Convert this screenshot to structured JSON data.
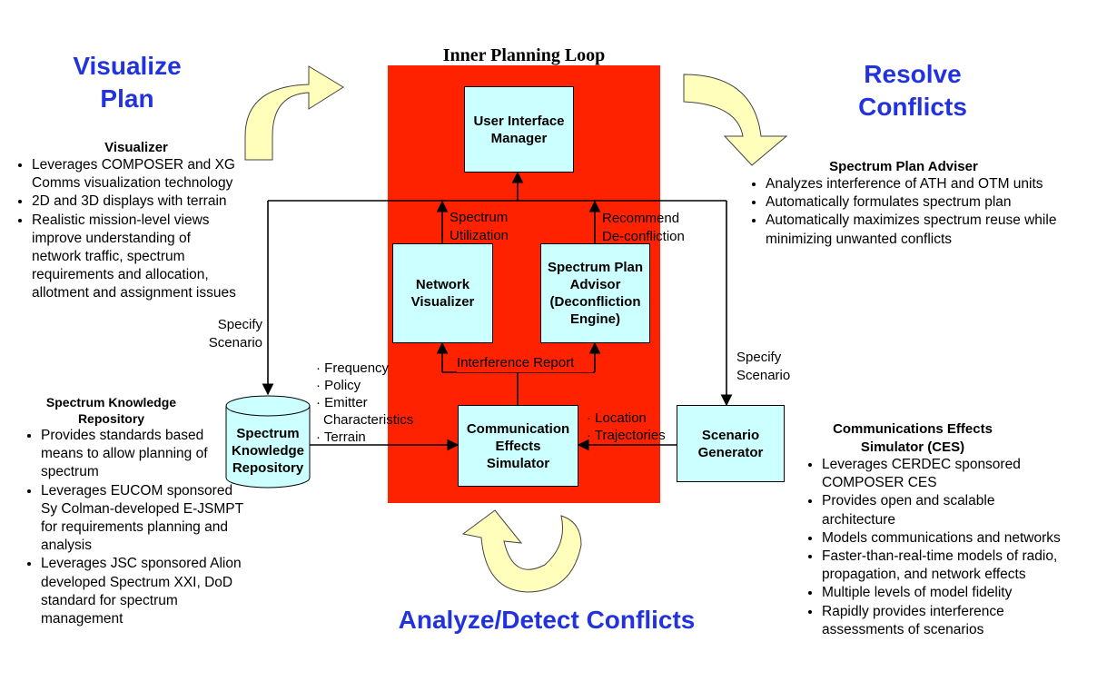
{
  "titles": {
    "visualize_plan": "Visualize Plan",
    "resolve_conflicts": "Resolve Conflicts",
    "analyze_detect": "Analyze/Detect Conflicts",
    "inner_loop": "Inner Planning Loop"
  },
  "boxes": {
    "ui_manager": "User Interface Manager",
    "network_visualizer": "Network Visualizer",
    "spectrum_plan_advisor": "Spectrum Plan Advisor (Deconfliction Engine)",
    "ces": "Communication Effects Simulator",
    "repository": "Spectrum Knowledge Repository",
    "scenario_generator": "Scenario Generator"
  },
  "arrow_labels": {
    "spectrum_utilization": "Spectrum Utilization",
    "recommend_deconfliction": "Recommend De-confliction",
    "interference_report": "Interference Report",
    "specify_scenario_left": "Specify Scenario",
    "specify_scenario_right": "Specify Scenario",
    "repo_inputs": [
      "Frequency",
      "Policy",
      "Emitter Characteristics",
      "Terrain"
    ],
    "scenario_inputs": [
      "Location",
      "Trajectories"
    ]
  },
  "visualizer": {
    "heading": "Visualizer",
    "bullets": [
      "Leverages COMPOSER and XG Comms visualization technology",
      "2D and 3D displays with terrain",
      "Realistic mission-level views improve understanding of network traffic, spectrum requirements and allocation, allotment and assignment issues"
    ]
  },
  "adviser": {
    "heading": "Spectrum Plan Adviser",
    "bullets": [
      "Analyzes interference of  ATH and OTM units",
      "Automatically formulates spectrum plan",
      "Automatically maximizes spectrum reuse while minimizing unwanted conflicts"
    ]
  },
  "repository_info": {
    "heading": "Spectrum Knowledge Repository",
    "bullets": [
      "Provides standards based means to allow planning of spectrum",
      "Leverages EUCOM sponsored Sy Colman-developed E-JSMPT for requirements planning and analysis",
      "Leverages JSC sponsored Alion developed Spectrum XXI, DoD standard for spectrum management"
    ]
  },
  "ces_info": {
    "heading": "Communications Effects Simulator (CES)",
    "bullets": [
      "Leverages CERDEC sponsored COMPOSER CES",
      "Provides open and scalable architecture",
      "Models communications and networks",
      "Faster-than-real-time models of radio, propagation, and network effects",
      "Multiple levels of model fidelity",
      "Rapidly provides interference assessments of scenarios"
    ]
  },
  "colors": {
    "loop_fill": "#ff2200",
    "box_fill": "#ccffff",
    "cycle_arrow": "#ffffbb",
    "title_blue": "#2233dd"
  }
}
